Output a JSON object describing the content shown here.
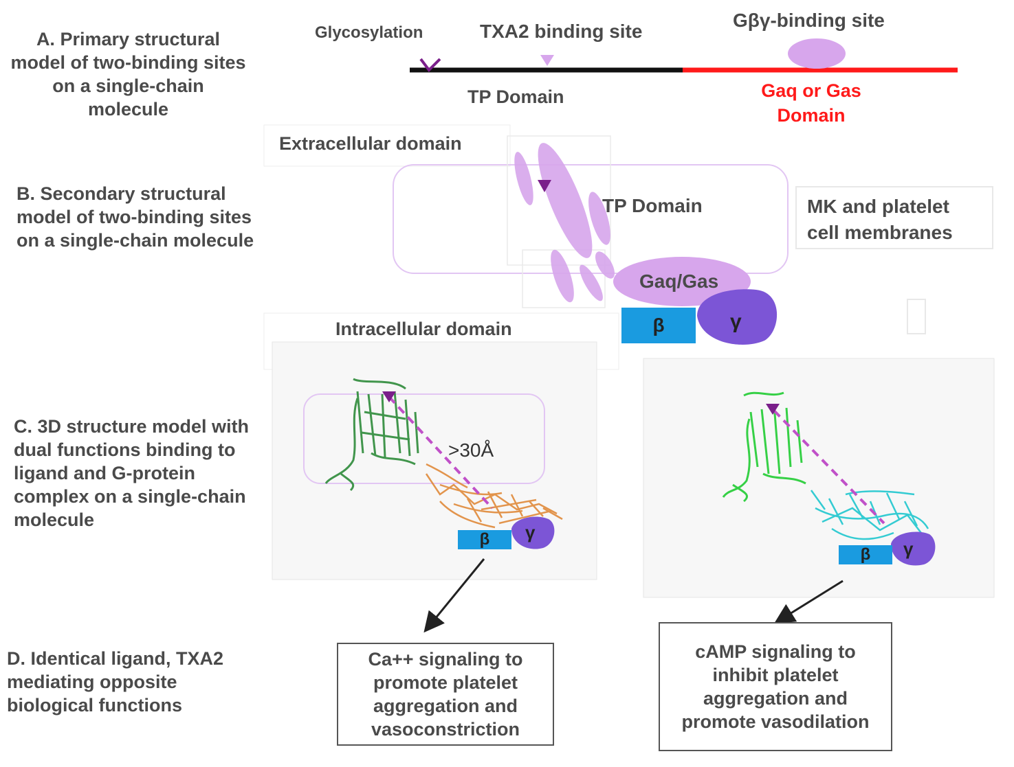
{
  "sections": {
    "a": "A. Primary structural model of two-binding sites on a single-chain molecule",
    "b": "B. Secondary structural model of two-binding sites on a single-chain molecule",
    "c": "C. 3D structure model with dual functions binding to ligand and G-protein complex on a single-chain molecule",
    "d": "D. Identical ligand, TXA2 mediating opposite biological functions"
  },
  "primary": {
    "glycosylation": "Glycosylation",
    "txa2_site": "TXA2 binding site",
    "gby_site": "Gβγ-binding site",
    "tp_domain": "TP Domain",
    "galpha_domain_line1": "Gaq or Gas",
    "galpha_domain_line2": "Domain"
  },
  "secondary": {
    "extracellular": "Extracellular domain",
    "tp_domain": "TP Domain",
    "membrane_line1": "MK and platelet",
    "membrane_line2": "cell membranes",
    "galpha": "Gaq/Gas",
    "beta": "β",
    "gamma": "γ",
    "intracellular": "Intracellular domain"
  },
  "structure": {
    "distance": ">30Å",
    "beta": "β",
    "gamma": "γ"
  },
  "outcomes": {
    "ca": "Ca++ signaling to promote platelet aggregation and vasoconstriction",
    "camp": "cAMP signaling to inhibit platelet aggregation and promote vasodilation"
  },
  "colors": {
    "purple_light": "#d7a6ec",
    "purple_dark": "#7c55d6",
    "beta_blue": "#1a9be0",
    "red": "#ff1a1a",
    "green_dark": "#2e8b3a",
    "green_bright": "#22cc33",
    "orange": "#e08a3a",
    "cyan": "#1fc7cf"
  }
}
